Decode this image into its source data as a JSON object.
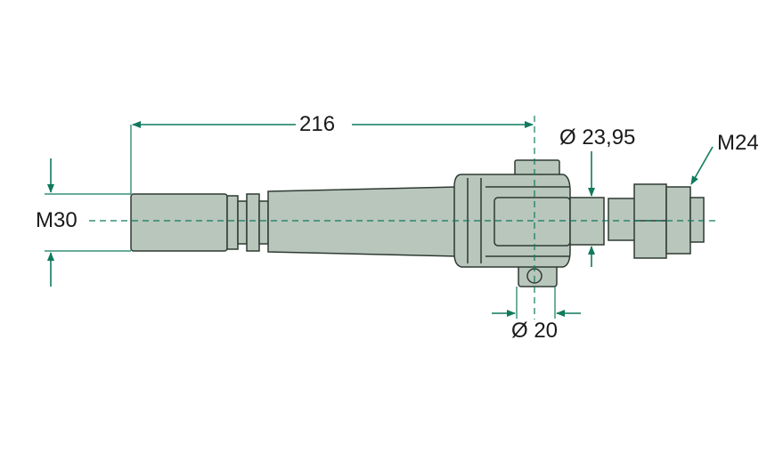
{
  "dimensions": {
    "length": "216",
    "thread_left": "M30",
    "diameter_stub": "Ø 23,95",
    "thread_right": "M24",
    "pin_diameter": "Ø 20"
  },
  "colors": {
    "accent": "#0f7a5e",
    "part_fill": "#b9c6bc",
    "outline": "#2e3a33"
  }
}
